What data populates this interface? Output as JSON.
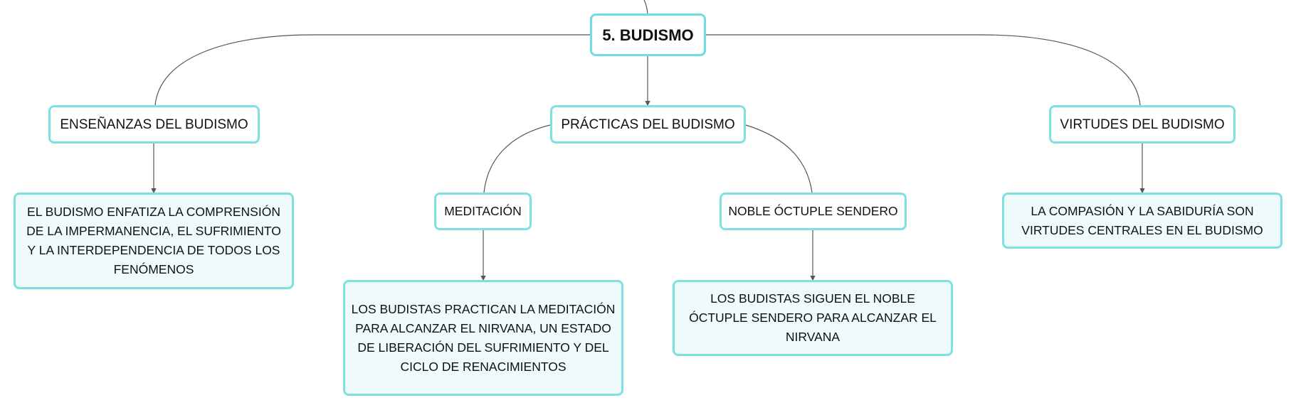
{
  "root": "5. BUDISMO",
  "topics": {
    "ensenanzas": "ENSEÑANZAS DEL BUDISMO",
    "practicas": "PRÁCTICAS DEL BUDISMO",
    "virtudes": "VIRTUDES DEL BUDISMO"
  },
  "subtopics": {
    "meditacion": "MEDITACIÓN",
    "sendero": "NOBLE ÓCTUPLE SENDERO"
  },
  "details": {
    "ensenanzas": "EL BUDISMO ENFATIZA LA COMPRENSIÓN DE LA IMPERMANENCIA, EL SUFRIMIENTO Y LA INTERDEPENDENCIA DE TODOS LOS FENÓMENOS",
    "meditacion": "LOS BUDISTAS PRACTICAN LA MEDITACIÓN PARA ALCANZAR EL NIRVANA, UN ESTADO DE LIBERACIÓN DEL SUFRIMIENTO Y DEL CICLO DE RENACIMIENTOS",
    "sendero": "LOS BUDISTAS SIGUEN EL NOBLE ÓCTUPLE SENDERO PARA ALCANZAR EL NIRVANA",
    "virtudes": "LA COMPASIÓN Y LA SABIDURÍA SON VIRTUDES CENTRALES EN EL BUDISMO"
  },
  "colors": {
    "node_border": "#7fe0e2",
    "node_fill": "#effbfb",
    "connector": "#555555"
  }
}
